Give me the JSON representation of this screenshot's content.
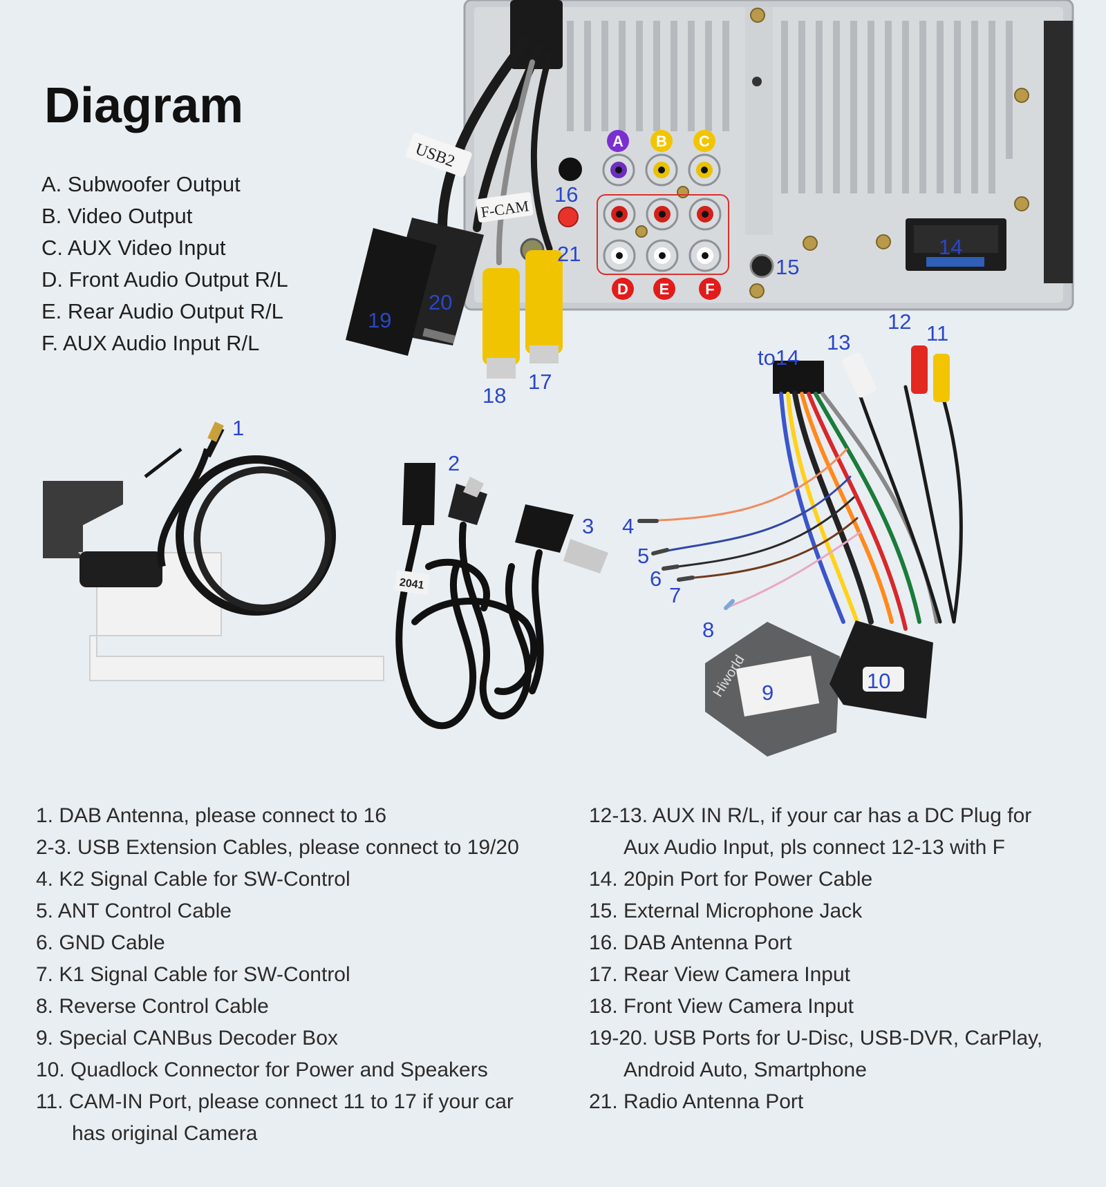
{
  "title": "Diagram",
  "legend": [
    "A. Subwoofer Output",
    "B. Video Output",
    "C. AUX Video Input",
    "D. Front Audio Output R/L",
    "E. Rear Audio Output R/L",
    "F. AUX Audio Input R/L"
  ],
  "port_letters": [
    "A",
    "B",
    "C",
    "D",
    "E",
    "F"
  ],
  "callouts": {
    "n1": "1",
    "n2": "2",
    "n3": "3",
    "n4": "4",
    "n5": "5",
    "n6": "6",
    "n7": "7",
    "n8": "8",
    "n9": "9",
    "n10": "10",
    "n11": "11",
    "n12": "12",
    "n13": "13",
    "n14": "14",
    "to14": "to14",
    "n15": "15",
    "n16": "16",
    "n17": "17",
    "n18": "18",
    "n19": "19",
    "n20": "20",
    "n21": "21"
  },
  "cable_tags": {
    "usb2": "USB2",
    "fcam": "F-CAM",
    "usb_ext": "2041",
    "brand": "Hiworld"
  },
  "notes_left": [
    {
      "line1": "1. DAB Antenna, please connect to 16"
    },
    {
      "line1": "2-3. USB Extension Cables, please connect to 19/20"
    },
    {
      "line1": "4. K2 Signal Cable for SW-Control"
    },
    {
      "line1": "5. ANT Control Cable"
    },
    {
      "line1": "6. GND Cable"
    },
    {
      "line1": "7. K1 Signal Cable for SW-Control"
    },
    {
      "line1": "8. Reverse Control Cable"
    },
    {
      "line1": "9. Special CANBus Decoder Box"
    },
    {
      "line1": "10. Quadlock Connector for Power and Speakers"
    },
    {
      "line1": "11. CAM-IN Port, please connect 11 to 17 if your car",
      "line2": "has original Camera"
    }
  ],
  "notes_right": [
    {
      "line1": "12-13. AUX IN R/L, if your car has a DC Plug for",
      "line2": "Aux Audio Input, pls connect 12-13 with F"
    },
    {
      "line1": "14. 20pin Port for Power Cable"
    },
    {
      "line1": "15. External Microphone Jack"
    },
    {
      "line1": "16. DAB Antenna Port"
    },
    {
      "line1": "17. Rear View Camera Input"
    },
    {
      "line1": "18. Front View Camera Input"
    },
    {
      "line1": "19-20. USB Ports for U-Disc, USB-DVR, CarPlay,",
      "line2": "Android Auto, Smartphone"
    },
    {
      "line1": "21. Radio Antenna Port"
    }
  ],
  "colors": {
    "background": "#e9eef2",
    "callout_blue": "#2a47c9",
    "port_red": "#e21b1b",
    "port_yellow": "#f2c500",
    "port_purple": "#7b2fd0"
  }
}
